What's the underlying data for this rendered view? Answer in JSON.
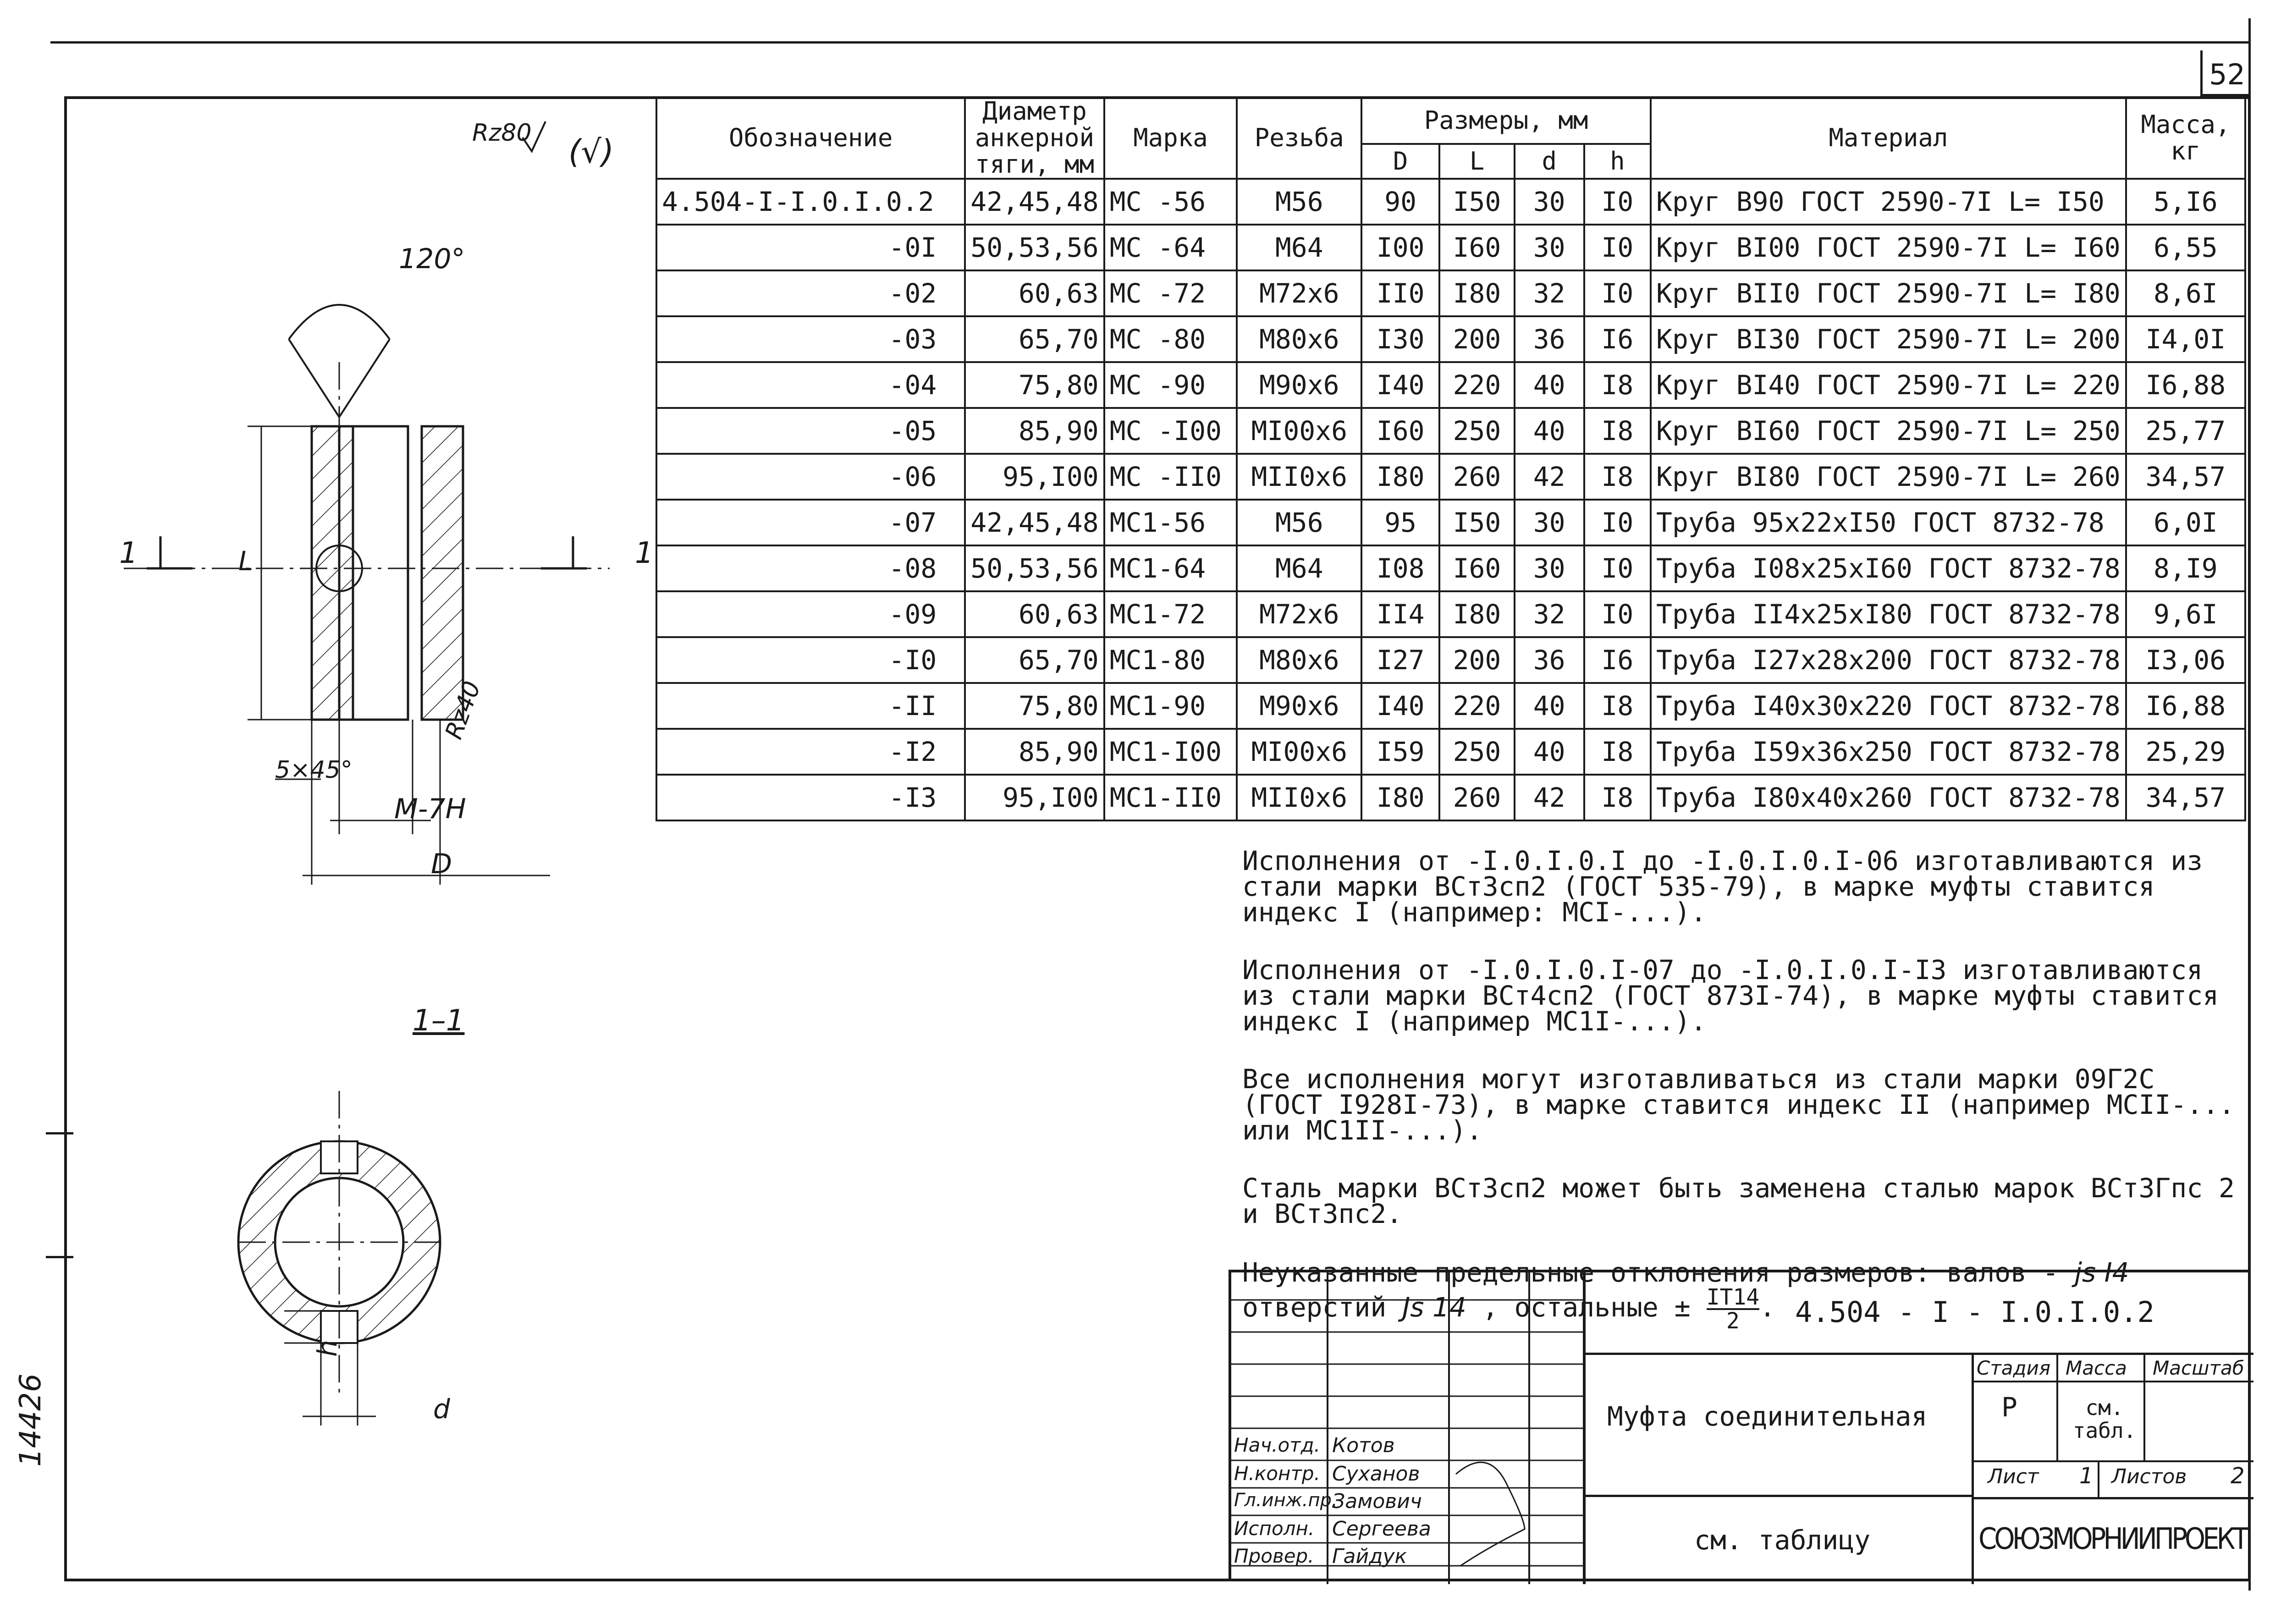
{
  "page_number": "52",
  "roughness": {
    "mark": "Rz80",
    "paren": "(√)"
  },
  "drawing": {
    "angle": "120°",
    "chamfer": "5×45°",
    "roughness_inner": "Rz40",
    "thread": "M-7H",
    "dim_D": "D",
    "dim_L": "L",
    "dim_h": "h",
    "dim_d": "d",
    "section_mark_left": "1",
    "section_mark_right": "1",
    "section_title": "1–1"
  },
  "side_stamp": "14426",
  "table": {
    "headers": {
      "designation": "Обозначение",
      "diameter": "Диаметр анкерной тяги, мм",
      "mark": "Марка",
      "thread": "Резьба",
      "sizes": "Размеры, мм",
      "D": "D",
      "L": "L",
      "d": "d",
      "h": "h",
      "material": "Материал",
      "mass": "Масса, кг"
    },
    "rows": [
      {
        "designation": "4.504-I-I.0.I.0.2",
        "diameter": "42,45,48",
        "mark": "МС -56",
        "thread": "М56",
        "D": "90",
        "L": "I50",
        "d": "30",
        "h": "I0",
        "material": "Круг В90 ГОСТ 2590-7I  L= I50",
        "mass": "5,I6"
      },
      {
        "designation": "-0I",
        "diameter": "50,53,56",
        "mark": "МС -64",
        "thread": "М64",
        "D": "I00",
        "L": "I60",
        "d": "30",
        "h": "I0",
        "material": "Круг ВI00 ГОСТ 2590-7I L= I60",
        "mass": "6,55"
      },
      {
        "designation": "-02",
        "diameter": "60,63",
        "mark": "МС -72",
        "thread": "М72х6",
        "D": "II0",
        "L": "I80",
        "d": "32",
        "h": "I0",
        "material": "Круг ВII0 ГОСТ 2590-7I L= I80",
        "mass": "8,6I"
      },
      {
        "designation": "-03",
        "diameter": "65,70",
        "mark": "МС -80",
        "thread": "М80х6",
        "D": "I30",
        "L": "200",
        "d": "36",
        "h": "I6",
        "material": "Круг ВI30 ГОСТ 2590-7I L= 200",
        "mass": "I4,0I"
      },
      {
        "designation": "-04",
        "diameter": "75,80",
        "mark": "МС -90",
        "thread": "М90х6",
        "D": "I40",
        "L": "220",
        "d": "40",
        "h": "I8",
        "material": "Круг ВI40 ГОСТ 2590-7I L= 220",
        "mass": "I6,88"
      },
      {
        "designation": "-05",
        "diameter": "85,90",
        "mark": "МС -I00",
        "thread": "МI00х6",
        "D": "I60",
        "L": "250",
        "d": "40",
        "h": "I8",
        "material": "Круг ВI60 ГОСТ 2590-7I L= 250",
        "mass": "25,77"
      },
      {
        "designation": "-06",
        "diameter": "95,I00",
        "mark": "МС -II0",
        "thread": "МII0х6",
        "D": "I80",
        "L": "260",
        "d": "42",
        "h": "I8",
        "material": "Круг ВI80 ГОСТ 2590-7I L= 260",
        "mass": "34,57"
      },
      {
        "designation": "-07",
        "diameter": "42,45,48",
        "mark": "МС1-56",
        "thread": "М56",
        "D": "95",
        "L": "I50",
        "d": "30",
        "h": "I0",
        "material": "Труба 95х22хI50 ГОСТ 8732-78",
        "mass": "6,0I"
      },
      {
        "designation": "-08",
        "diameter": "50,53,56",
        "mark": "МС1-64",
        "thread": "М64",
        "D": "I08",
        "L": "I60",
        "d": "30",
        "h": "I0",
        "material": "Труба I08х25хI60 ГОСТ 8732-78",
        "mass": "8,I9"
      },
      {
        "designation": "-09",
        "diameter": "60,63",
        "mark": "МС1-72",
        "thread": "М72х6",
        "D": "II4",
        "L": "I80",
        "d": "32",
        "h": "I0",
        "material": "Труба II4х25хI80 ГОСТ 8732-78",
        "mass": "9,6I"
      },
      {
        "designation": "-I0",
        "diameter": "65,70",
        "mark": "МС1-80",
        "thread": "М80х6",
        "D": "I27",
        "L": "200",
        "d": "36",
        "h": "I6",
        "material": "Труба I27х28х200 ГОСТ 8732-78",
        "mass": "I3,06"
      },
      {
        "designation": "-II",
        "diameter": "75,80",
        "mark": "МС1-90",
        "thread": "М90х6",
        "D": "I40",
        "L": "220",
        "d": "40",
        "h": "I8",
        "material": "Труба I40х30х220 ГОСТ 8732-78",
        "mass": "I6,88"
      },
      {
        "designation": "-I2",
        "diameter": "85,90",
        "mark": "МС1-I00",
        "thread": "МI00х6",
        "D": "I59",
        "L": "250",
        "d": "40",
        "h": "I8",
        "material": "Труба I59х36х250 ГОСТ 8732-78",
        "mass": "25,29"
      },
      {
        "designation": "-I3",
        "diameter": "95,I00",
        "mark": "МС1-II0",
        "thread": "МII0х6",
        "D": "I80",
        "L": "260",
        "d": "42",
        "h": "I8",
        "material": "Труба I80х40х260 ГОСТ 8732-78",
        "mass": "34,57"
      }
    ]
  },
  "notes": [
    "Исполнения от -I.0.I.0.I до -I.0.I.0.I-06 изготавливаются из стали марки ВСт3сп2 (ГОСТ 535-79), в марке муфты ставится индекс I (например: МСI-...).",
    "Исполнения от -I.0.I.0.I-07 до -I.0.I.0.I-I3 изготавливаются из стали марки ВСт4сп2 (ГОСТ 873I-74), в марке муфты ставится индекс I (например МС1I-...).",
    "Все исполнения могут изготавливаться из стали марки 09Г2С (ГОСТ I928I-73), в марке ставится индекс II (например МСII-... или МС1II-...).",
    "Сталь марки ВСт3сп2 может быть заменена сталью марок ВСт3Гпс 2 и ВСт3пс2."
  ],
  "tolerance_note": {
    "text": "Неуказанные предельные отклонения размеров: валов -",
    "shaft": "js I4",
    "holes_label": "отверстий",
    "holes": "Js 14",
    "others_label": ", остальные ±",
    "fraction_num": "IT14",
    "fraction_den": "2"
  },
  "stamp": {
    "code": "4.504 - I - I.0.I.0.2",
    "title": "Муфта соединительная",
    "subtitle": "см. таблицу",
    "stage_label": "Стадия",
    "mass_label": "Масса",
    "scale_label": "Масштаб",
    "stage": "Р",
    "mass": "см. табл.",
    "sheet_label": "Лист",
    "sheet": "1",
    "sheets_label": "Листов",
    "sheets": "2",
    "org": "СОЮЗМОРНИИПРОЕКТ",
    "people": [
      {
        "role": "Нач.отд.",
        "name": "Котов"
      },
      {
        "role": "Н.контр.",
        "name": "Суханов"
      },
      {
        "role": "Гл.инж.пр.",
        "name": "Замович"
      },
      {
        "role": "Исполн.",
        "name": "Сергеева"
      },
      {
        "role": "Провер.",
        "name": "Гайдук"
      }
    ]
  }
}
